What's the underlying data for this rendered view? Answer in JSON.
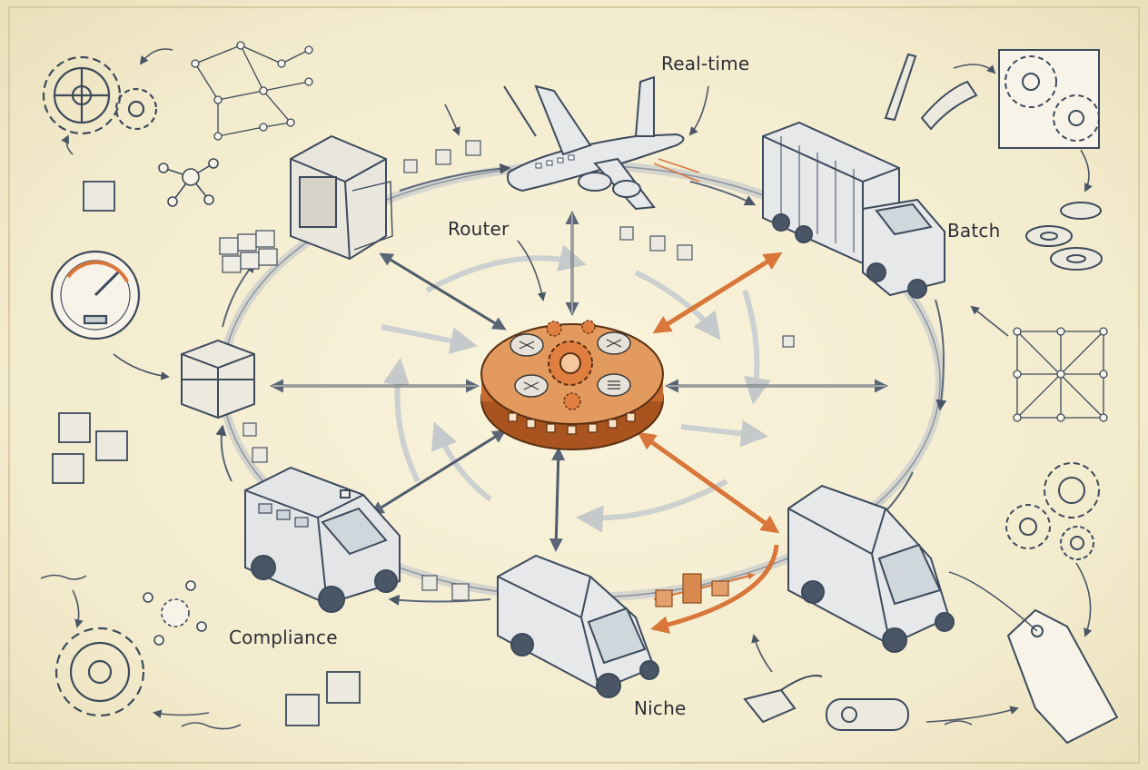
{
  "labels": {
    "realtime": "Real-time",
    "router": "Router",
    "batch": "Batch",
    "compliance": "Compliance",
    "niche": "Niche"
  },
  "colors": {
    "paper": "#f4edd3",
    "ink": "#3d4a5c",
    "accent": "#d9773a",
    "accent_dark": "#a9541f",
    "vehicle_fill": "#e6e8ea"
  }
}
